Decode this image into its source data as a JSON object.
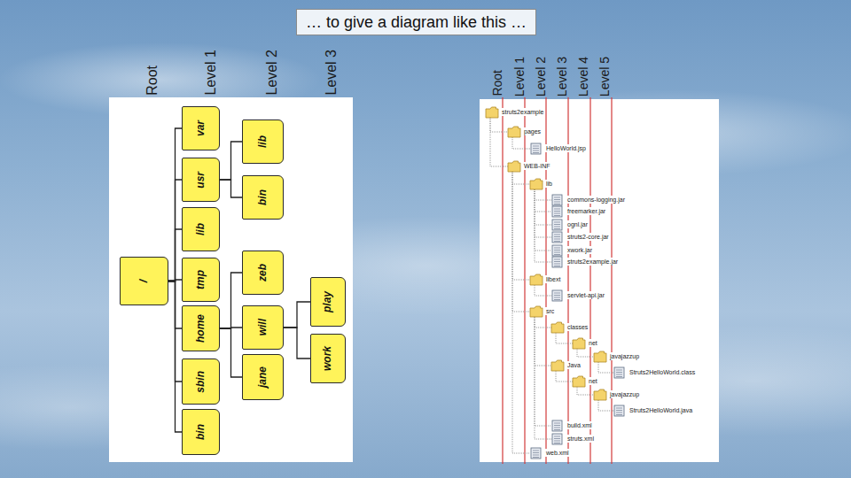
{
  "diagram": {
    "title": "… to give a diagram like this …",
    "nodes": [
      {
        "text": [
          "/"
        ]
      },
      {
        "text": [
          "bin"
        ]
      },
      {
        "text": [
          "sbin"
        ]
      },
      {
        "text": [
          "home"
        ]
      },
      {
        "text": [
          "tmp"
        ]
      },
      {
        "text": [
          "lib"
        ]
      },
      {
        "text": [
          "usr"
        ]
      },
      {
        "text": [
          "var"
        ]
      },
      {
        "text": [
          "jane"
        ]
      },
      {
        "text": [
          "will"
        ]
      },
      {
        "text": [
          "zeb"
        ]
      },
      {
        "text": [
          "bin"
        ]
      },
      {
        "text": [
          "lib"
        ]
      },
      {
        "text": [
          "work"
        ]
      },
      {
        "text": [
          "play"
        ]
      }
    ],
    "edges": [
      {
        "from": 0,
        "to": 1,
        "arrow": "none"
      },
      {
        "from": 0,
        "to": 2,
        "arrow": "none"
      },
      {
        "from": 0,
        "to": 3,
        "arrow": "none"
      },
      {
        "from": 0,
        "to": 4,
        "arrow": "none"
      },
      {
        "from": 0,
        "to": 5,
        "arrow": "none"
      },
      {
        "from": 0,
        "to": 6,
        "arrow": "none"
      },
      {
        "from": 0,
        "to": 7,
        "arrow": "none"
      },
      {
        "from": 3,
        "to": 8,
        "arrow": "none"
      },
      {
        "from": 3,
        "to": 9,
        "arrow": "none"
      },
      {
        "from": 3,
        "to": 10,
        "arrow": "none"
      },
      {
        "from": 6,
        "to": 11,
        "arrow": "none"
      },
      {
        "from": 6,
        "to": 12,
        "arrow": "none"
      },
      {
        "from": 9,
        "to": 13,
        "arrow": "none"
      },
      {
        "from": 9,
        "to": 14,
        "arrow": "none"
      }
    ],
    "labels": [
      "Root",
      "Level 1",
      "Level 2",
      "Level 3",
      "Root",
      "Level 1",
      "Level 2",
      "Level 3",
      "Level 4",
      "Level 5",
      "struts2example",
      "pages",
      "HelloWorld.jsp",
      "WEB-INF",
      "lib",
      "commons-logging.jar",
      "freemarker.jar",
      "ognl.jar",
      "struts2-core.jar",
      "xwork.jar",
      "struts2example.jar",
      "libext",
      "servlet-api.jar",
      "src",
      "classes",
      "net",
      "javajazzup",
      "Struts2HelloWorld.class",
      "Java",
      "net",
      "javajazzup",
      "Struts2HelloWorld.java",
      "build.xml",
      "struts.xml",
      "web.xml"
    ]
  }
}
